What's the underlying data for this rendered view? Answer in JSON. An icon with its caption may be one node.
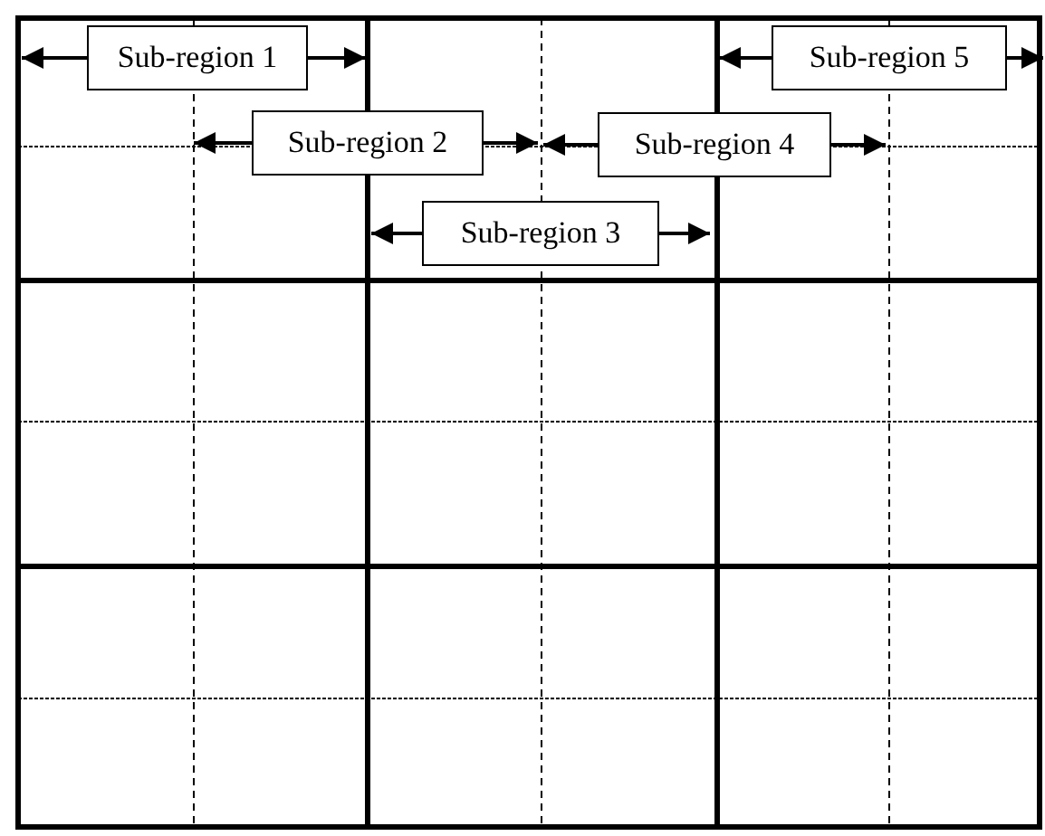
{
  "diagram": {
    "nodes": [
      {
        "text": [
          "Sub-region 1"
        ]
      },
      {
        "text": [
          "Sub-region 2"
        ]
      },
      {
        "text": [
          "Sub-region 3"
        ]
      },
      {
        "text": [
          "Sub-region 4"
        ]
      },
      {
        "text": [
          "Sub-region 5"
        ]
      }
    ],
    "edges": [
      {
        "from": 0,
        "to": null,
        "arrow": "to"
      },
      {
        "from": 0,
        "to": null,
        "arrow": "to"
      },
      {
        "from": 1,
        "to": null,
        "arrow": "to"
      },
      {
        "from": 1,
        "to": null,
        "arrow": "to"
      },
      {
        "from": 2,
        "to": null,
        "arrow": "to"
      },
      {
        "from": 2,
        "to": null,
        "arrow": "to"
      },
      {
        "from": 3,
        "to": null,
        "arrow": "to"
      },
      {
        "from": 3,
        "to": null,
        "arrow": "to"
      },
      {
        "from": 4,
        "to": null,
        "arrow": "to"
      },
      {
        "from": 4,
        "to": null,
        "arrow": "to"
      }
    ]
  }
}
